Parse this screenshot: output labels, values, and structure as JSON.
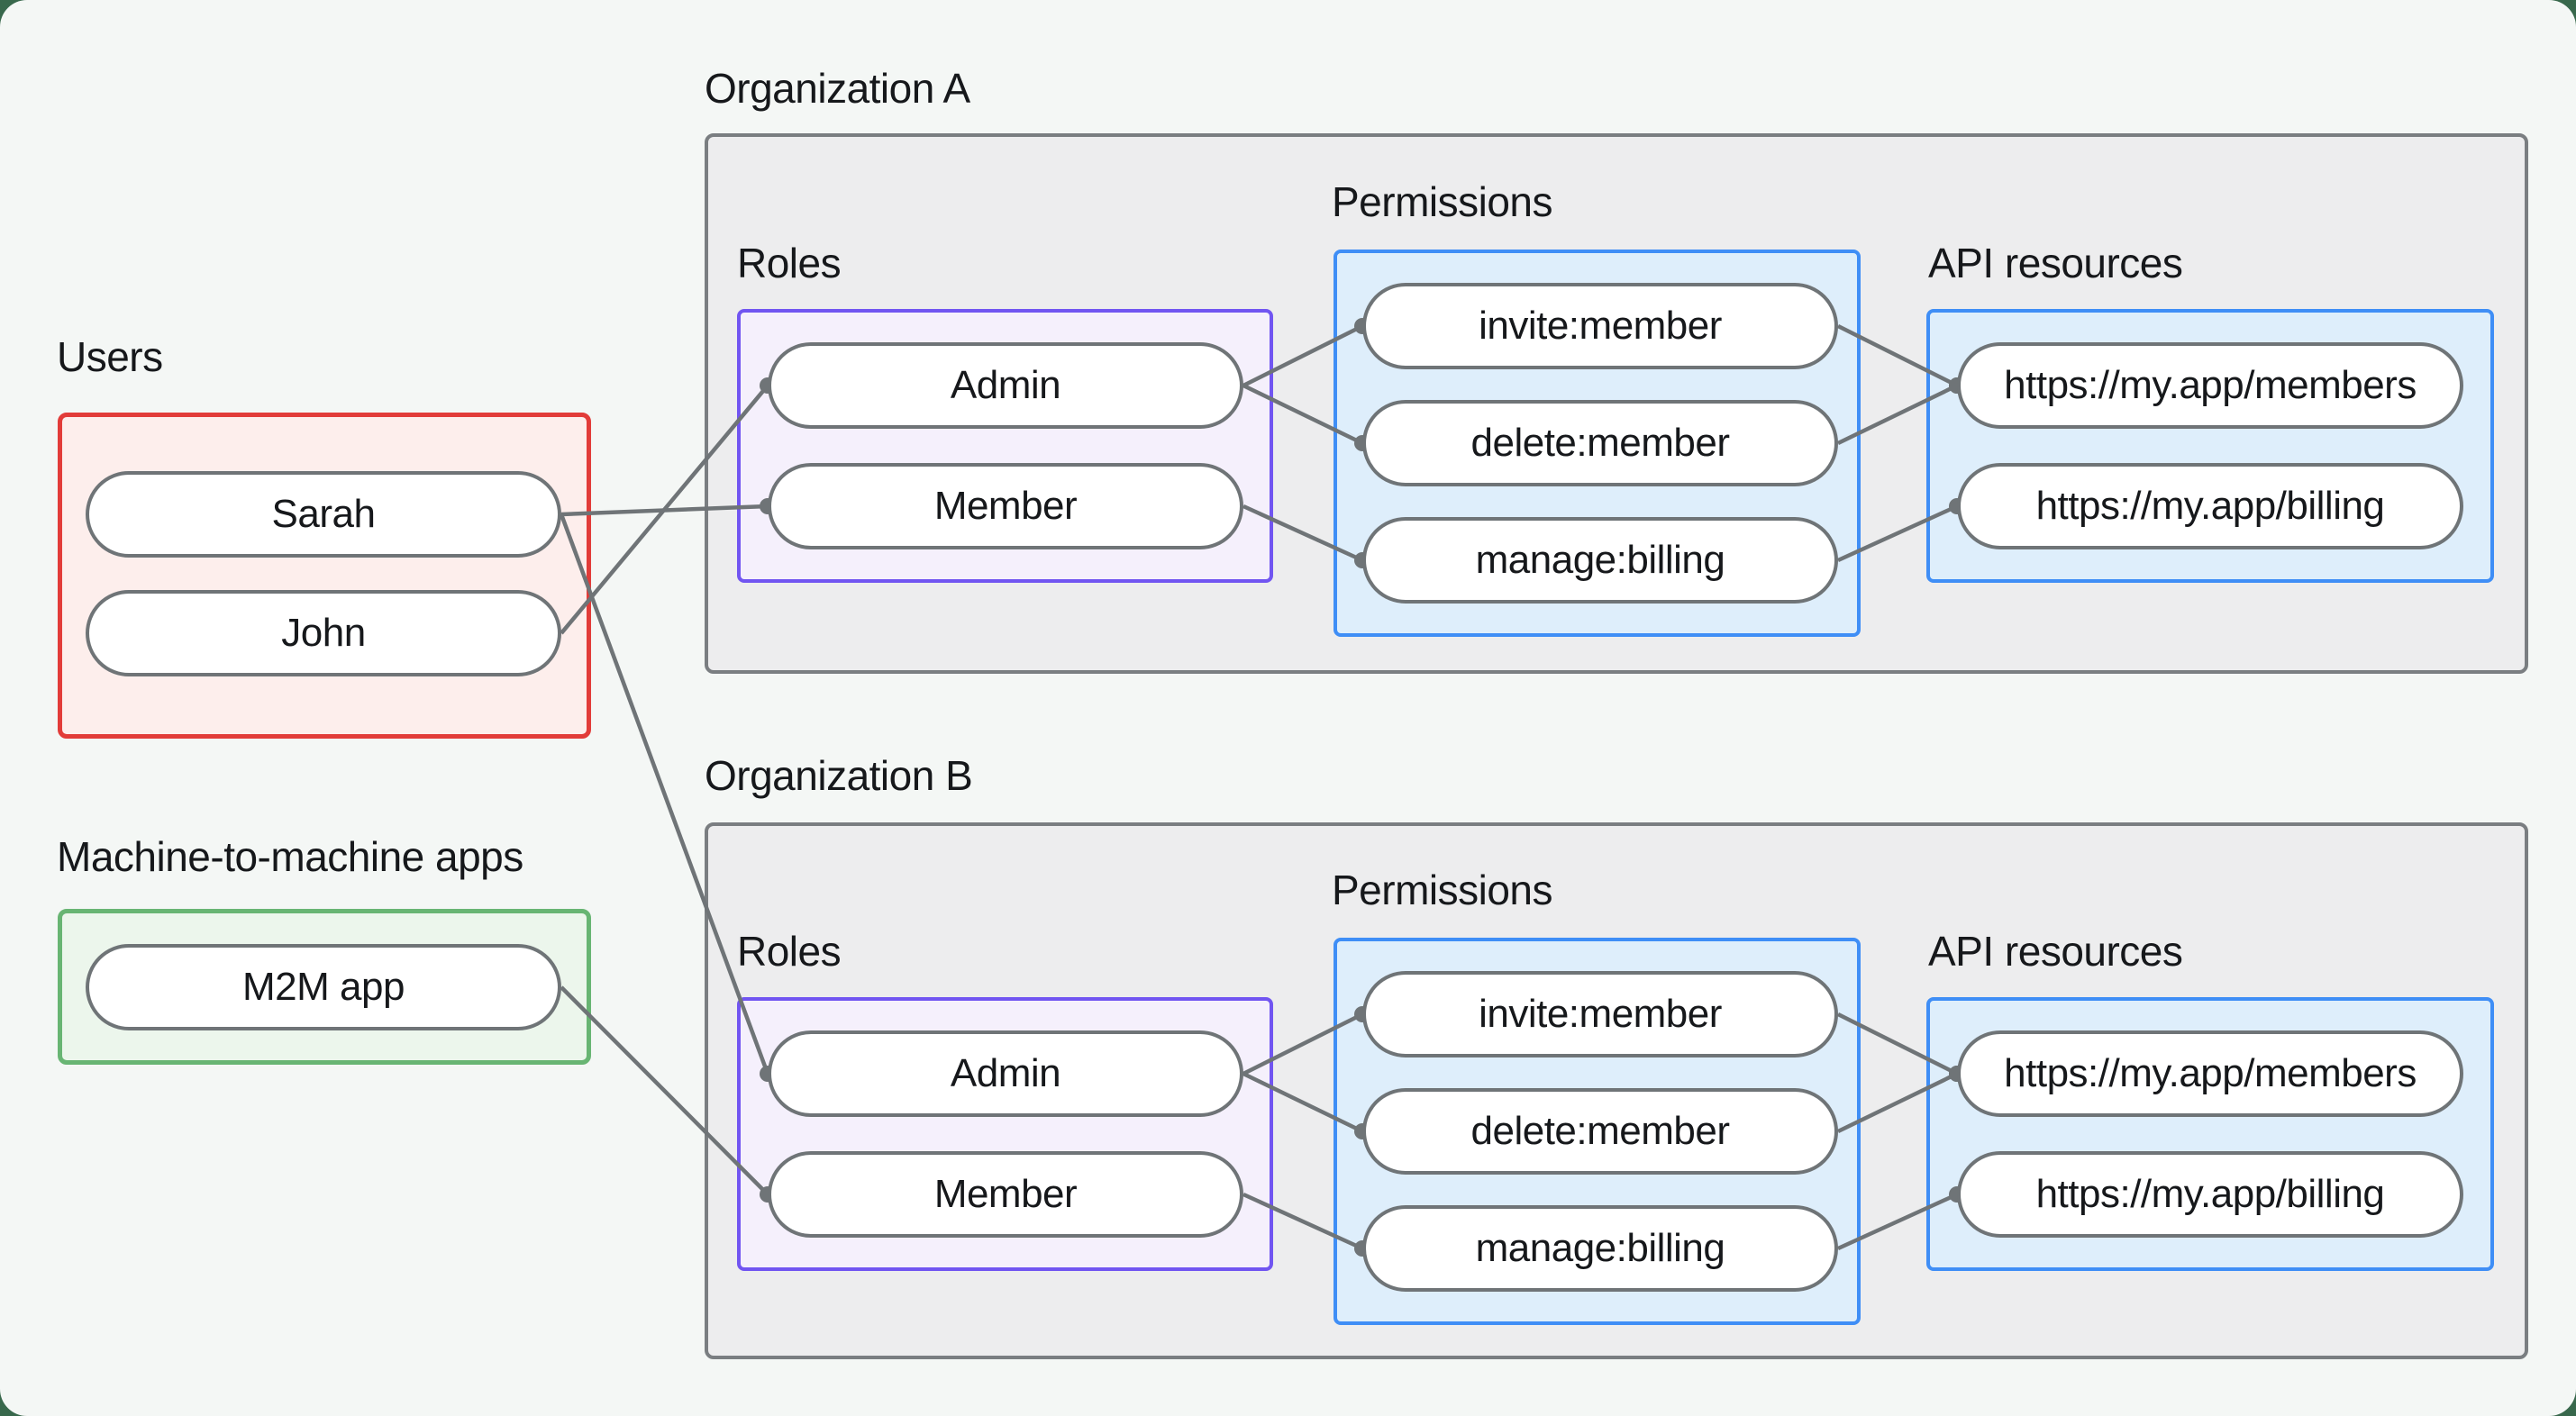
{
  "users_group": {
    "label": "Users",
    "users": [
      "Sarah",
      "John"
    ]
  },
  "m2m_group": {
    "label": "Machine-to-machine apps",
    "apps": [
      "M2M app"
    ]
  },
  "org_a": {
    "label": "Organization A",
    "roles_label": "Roles",
    "permissions_label": "Permissions",
    "api_label": "API resources",
    "roles": [
      "Admin",
      "Member"
    ],
    "permissions": [
      "invite:member",
      "delete:member",
      "manage:billing"
    ],
    "api_resources": [
      "https://my.app/members",
      "https://my.app/billing"
    ]
  },
  "org_b": {
    "label": "Organization B",
    "roles_label": "Roles",
    "permissions_label": "Permissions",
    "api_label": "API resources",
    "roles": [
      "Admin",
      "Member"
    ],
    "permissions": [
      "invite:member",
      "delete:member",
      "manage:billing"
    ],
    "api_resources": [
      "https://my.app/members",
      "https://my.app/billing"
    ]
  },
  "edges": [
    {
      "from": "sarah",
      "to": "a-member"
    },
    {
      "from": "john",
      "to": "a-admin"
    },
    {
      "from": "sarah",
      "to": "b-admin"
    },
    {
      "from": "m2m",
      "to": "b-member"
    },
    {
      "from": "a-admin",
      "to": "a-invite"
    },
    {
      "from": "a-admin",
      "to": "a-delete"
    },
    {
      "from": "a-member",
      "to": "a-manage"
    },
    {
      "from": "a-invite",
      "to": "a-members"
    },
    {
      "from": "a-delete",
      "to": "a-members"
    },
    {
      "from": "a-manage",
      "to": "a-billing"
    },
    {
      "from": "b-admin",
      "to": "b-invite"
    },
    {
      "from": "b-admin",
      "to": "b-delete"
    },
    {
      "from": "b-member",
      "to": "b-manage"
    },
    {
      "from": "b-invite",
      "to": "b-members"
    },
    {
      "from": "b-delete",
      "to": "b-members"
    },
    {
      "from": "b-manage",
      "to": "b-billing"
    }
  ],
  "colors": {
    "background": "#f4f7f5",
    "corner_background": "#38684c",
    "text": "#16181b",
    "line": "#6f7477",
    "users_border": "#e23c39",
    "users_fill": "#fdeeec",
    "m2m_border": "#68b573",
    "m2m_fill": "#ecf6ec",
    "org_border": "#7a7e81",
    "org_fill": "#ededee",
    "roles_border": "#7155f1",
    "roles_fill": "#f5f0fc",
    "permissions_border": "#3f8ef6",
    "permissions_fill": "#deeefb",
    "pill_border": "#6f7477",
    "pill_fill": "#ffffff"
  }
}
